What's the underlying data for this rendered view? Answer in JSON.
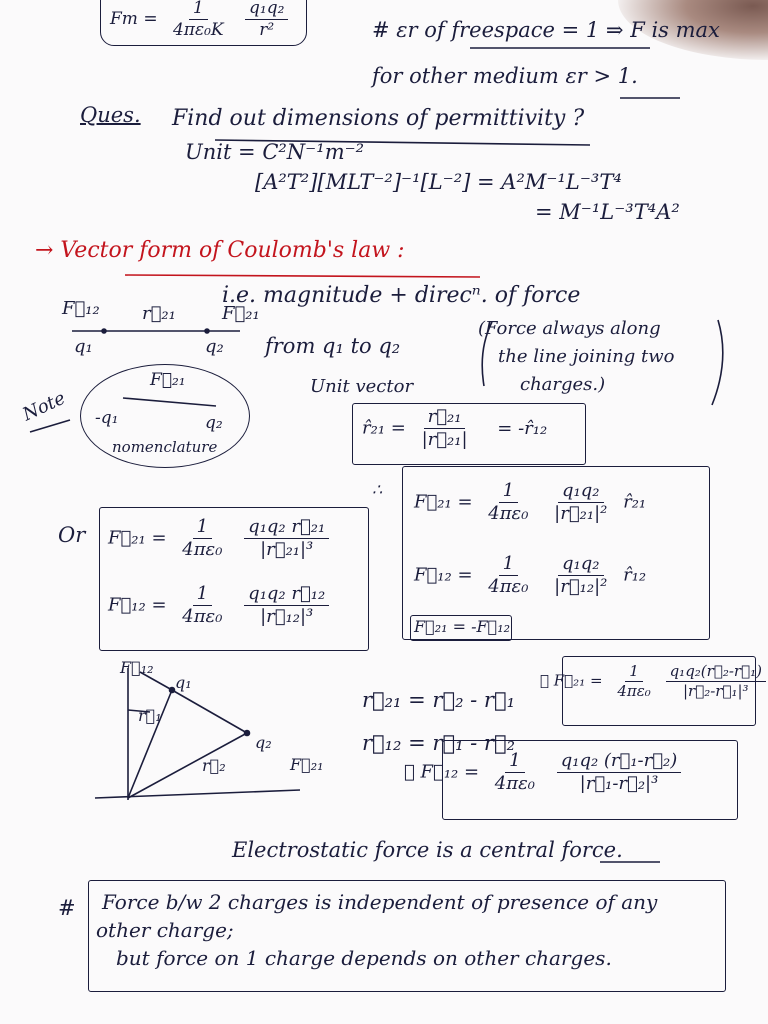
{
  "top_formula": {
    "lhs": "Fm =",
    "num1": "1",
    "den1": "4πε₀K",
    "num2": "q₁q₂",
    "den2": "r²"
  },
  "note_freespace": "# εr of freespace = 1 ⇒ F is max",
  "note_medium": "for other medium εr > 1.",
  "question": {
    "label": "Ques.",
    "text": "Find out dimensions of permittivity ?"
  },
  "unit_line": "Unit = C²N⁻¹m⁻²",
  "dim_line": "[A²T²][MLT⁻²]⁻¹[L⁻²] = A²M⁻¹L⁻³T⁴",
  "dim_result": "= M⁻¹L⁻³T⁴A²",
  "section_heading": "→ Vector form of Coulomb's law :",
  "ie_line": "i.e.  magnitude + direcⁿ. of force",
  "line_diagram": {
    "f12": "F⃗₁₂",
    "r21": "r⃗₂₁",
    "f21": "F⃗₂₁",
    "q1": "q₁",
    "q2": "q₂"
  },
  "from_text": "from q₁ to q₂",
  "force_note": [
    "(Force always along",
    "the line joining two",
    "charges.)"
  ],
  "note_label": "Note",
  "nomenclature": {
    "f21": "F⃗₂₁",
    "q1": "-q₁",
    "q2": "q₂",
    "label": "nomenclature"
  },
  "unit_vector": {
    "label": "Unit vector",
    "lhs": "r̂₂₁ =",
    "num": "r⃗₂₁",
    "den": "|r⃗₂₁|",
    "rhs": "= -r̂₁₂"
  },
  "or_label": "Or",
  "left_box": [
    {
      "lhs": "F⃗₂₁ =",
      "n1": "1",
      "d1": "4πε₀",
      "n2": "q₁q₂ r⃗₂₁",
      "d2": "|r⃗₂₁|³"
    },
    {
      "lhs": "F⃗₁₂ =",
      "n1": "1",
      "d1": "4πε₀",
      "n2": "q₁q₂ r⃗₁₂",
      "d2": "|r⃗₁₂|³"
    }
  ],
  "right_box": [
    {
      "lhs": "F⃗₂₁ =",
      "n1": "1",
      "d1": "4πε₀",
      "n2": "q₁q₂",
      "d2": "|r⃗₂₁|²",
      "unit": "r̂₂₁"
    },
    {
      "lhs": "F⃗₁₂ =",
      "n1": "1",
      "d1": "4πε₀",
      "n2": "q₁q₂",
      "d2": "|r⃗₁₂|²",
      "unit": "r̂₁₂"
    }
  ],
  "therefore": "∴",
  "newton_third": "F⃗₂₁ = -F⃗₁₂",
  "position_diagram": {
    "f12": "F⃗₁₂",
    "q1": "q₁",
    "r1": "r⃗₁",
    "q2": "q₂",
    "r2": "r⃗₂",
    "f21": "F⃗₂₁"
  },
  "r21_eq": "r⃗₂₁ = r⃗₂ - r⃗₁",
  "r12_eq": "r⃗₁₂ = r⃗₁ - r⃗₂",
  "box_f21": {
    "lhs": "∴ F⃗₂₁ =",
    "n1": "1",
    "d1": "4πε₀",
    "n2": "q₁q₂(r⃗₂-r⃗₁)",
    "d2": "|r⃗₂-r⃗₁|³"
  },
  "box_f12": {
    "lhs": "∴ F⃗₁₂ =",
    "n1": "1",
    "d1": "4πε₀",
    "n2": "q₁q₂ (r⃗₁-r⃗₂)",
    "d2": "|r⃗₁-r⃗₂|³"
  },
  "central_force": "Electrostatic force is a central force.",
  "final_note": {
    "hash": "#",
    "lines": [
      "Force b/w 2 charges is independent of presence of any",
      "other charge;",
      "but force on 1 charge depends on other charges."
    ]
  },
  "colors": {
    "ink": "#1b1d3c",
    "red_ink": "#c3141d",
    "paper": "#fbfafb"
  }
}
